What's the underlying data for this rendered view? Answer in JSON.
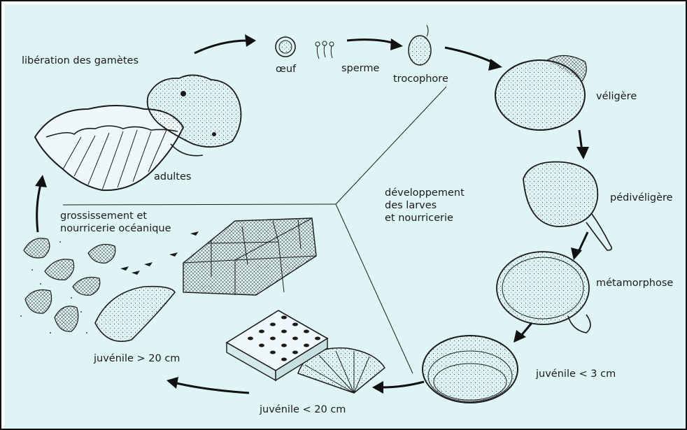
{
  "diagram": {
    "labels": {
      "gamete_release": "libération des gamètes",
      "egg": "œuf",
      "sperm": "sperme",
      "trochophore": "trocophore",
      "veliger": "véligère",
      "pediveliger": "pédivéligère",
      "metamorphosis": "métamorphose",
      "juvenile_lt3": "juvénile < 3 cm",
      "juvenile_lt20": "juvénile < 20 cm",
      "juvenile_gt20": "juvénile > 20 cm",
      "adults": "adultes",
      "larval_dev_line1": "développement",
      "larval_dev_line2": "des larves",
      "larval_dev_line3": "et nourricerie",
      "ocean_nursery_line1": "grossissement et",
      "ocean_nursery_line2": "nourricerie océanique"
    },
    "colors": {
      "background": "#dff5f5",
      "ink": "#1b1b1b",
      "frame": "#111111"
    }
  }
}
